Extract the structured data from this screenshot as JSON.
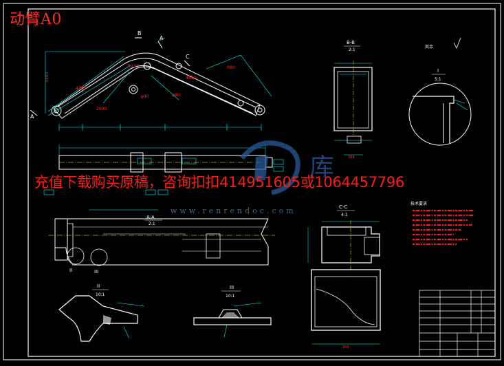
{
  "drawing": {
    "title": "动臂A0",
    "watermark_text": "充值下载购买原稿，咨询扣扣414951605或1064457796",
    "watermark_url": "www.renrendoc.com",
    "watermark_logo_char": "库"
  },
  "views": {
    "section_bb": {
      "label": "B-B",
      "scale": "2:1"
    },
    "section_aa": {
      "label": "A-A",
      "scale": "2:1"
    },
    "section_cc": {
      "label": "C-C",
      "scale": "4:1"
    },
    "detail_i": {
      "label": "I",
      "scale": "5:1"
    },
    "detail_ii": {
      "label": "II",
      "scale": "10:1"
    },
    "detail_iii": {
      "label": "III",
      "scale": "10:1"
    },
    "roughness_note": "其余"
  },
  "section_markers": {
    "b": "B",
    "a": "A",
    "c": "C",
    "ii": "II",
    "iii": "III"
  },
  "notes": {
    "heading": "技术要求"
  },
  "colors": {
    "background": "#000000",
    "outline": "#ffffff",
    "annotation": "#ff2a2a",
    "dimension": "#00ffff",
    "centerline": "#ffff00",
    "watermark_blue": "#2a5a9a"
  }
}
